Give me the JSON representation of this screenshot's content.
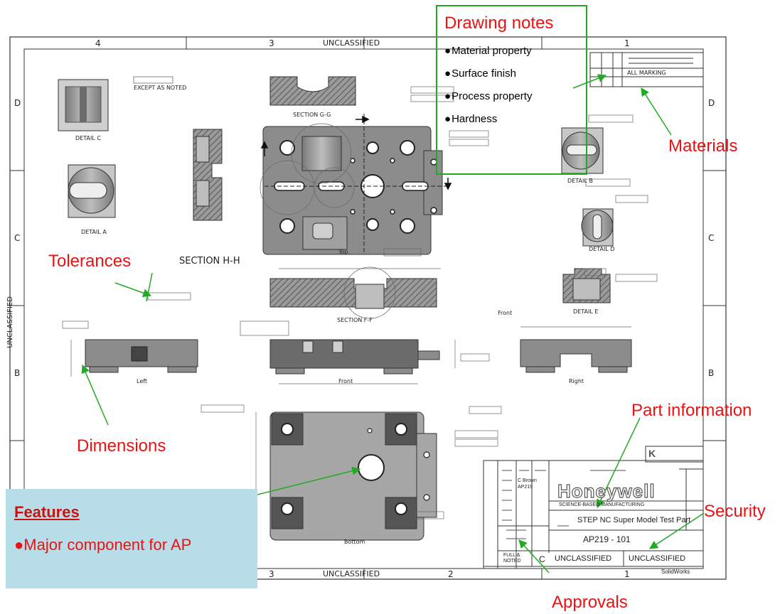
{
  "drawing_notes": {
    "title": "Drawing notes",
    "items": [
      "Material property",
      "Surface finish",
      "Process property",
      "Hardness"
    ]
  },
  "callouts": {
    "materials": "Materials",
    "tolerances": "Tolerances",
    "dimensions": "Dimensions",
    "part_information": "Part information",
    "security": "Security",
    "approvals": "Approvals"
  },
  "features": {
    "title": "Features",
    "item": "Major component for AP"
  },
  "border": {
    "classification": "UNCLASSIFIED",
    "side_classification": "UNCLASSIFIED",
    "columns": [
      "4",
      "3",
      "2",
      "1"
    ],
    "rows": [
      "D",
      "C",
      "B"
    ]
  },
  "views": {
    "detail_c": "DETAIL C",
    "except_note": "EXCEPT AS NOTED",
    "section_g": "SECTION G-G",
    "detail_a": "DETAIL A",
    "section_h": "SECTION H-H",
    "detail_b": "DETAIL B",
    "detail_d": "DETAIL D",
    "detail_e": "DETAIL E",
    "section_f": "SECTION F-F",
    "front_label": "Front",
    "left_view": "Left",
    "front_view": "Front",
    "right_view": "Right",
    "bottom_view": "Bottom",
    "top_label": "Top",
    "all_marking": "ALL MARKING"
  },
  "title_block": {
    "company": "Honeywell",
    "division": "SCIENCE-BASED MANUFACTURING",
    "part_title": "STEP NC Super Model Test Part",
    "part_number": "AP219 - 101",
    "classification_left": "UNCLASSIFIED",
    "classification_right": "UNCLASSIFIED",
    "size": "C",
    "full_noted": "FULL & NOTED",
    "software": "SolidWorks",
    "approver": "C Brown",
    "approver_id": "AP219"
  },
  "colors": {
    "callout_red": "#ee1111",
    "arrow_green": "#22aa22",
    "features_bg": "#b7dde8",
    "part_gray": "#8c8c8c"
  }
}
